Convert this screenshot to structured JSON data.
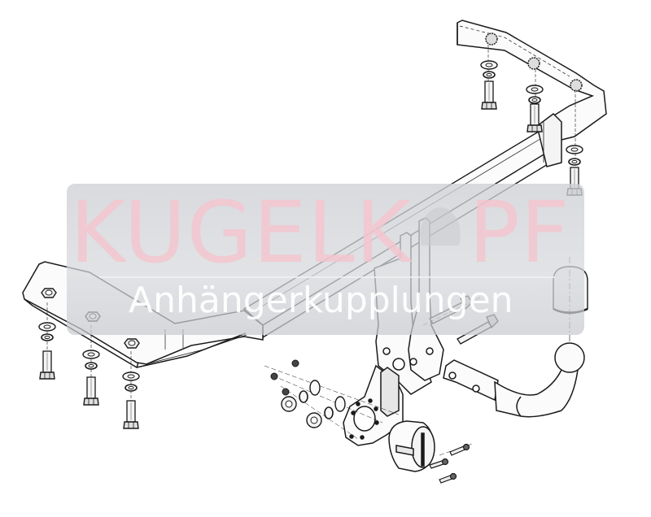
{
  "diagram": {
    "title": "Exploded view — detachable tow bar (Anhängerkupplung) assembly",
    "background": "#ffffff",
    "line_color": "#1a1a1a",
    "parts": [
      {
        "id": "crossbar",
        "label": "main crossbar tube"
      },
      {
        "id": "right-bracket",
        "label": "right side mounting bracket"
      },
      {
        "id": "left-bracket",
        "label": "left side mounting bracket"
      },
      {
        "id": "center-plates",
        "label": "vertical receiver plates"
      },
      {
        "id": "tow-ball-neck",
        "label": "detachable ball neck"
      },
      {
        "id": "ball-cap",
        "label": "tow ball cover cap"
      },
      {
        "id": "socket-plate",
        "label": "electrical socket mounting plate"
      },
      {
        "id": "electrical-socket",
        "label": "13-pin electrical socket"
      },
      {
        "id": "bolts",
        "label": "hex bolts, washers and nuts"
      }
    ]
  },
  "watermark": {
    "title_left": "KUGELK",
    "title_right": "PF",
    "subtitle": "Anhängerkupplungen",
    "box_color": "#d4d6da",
    "title_color": "#f4c4ce",
    "subtitle_color": "#ffffff"
  }
}
